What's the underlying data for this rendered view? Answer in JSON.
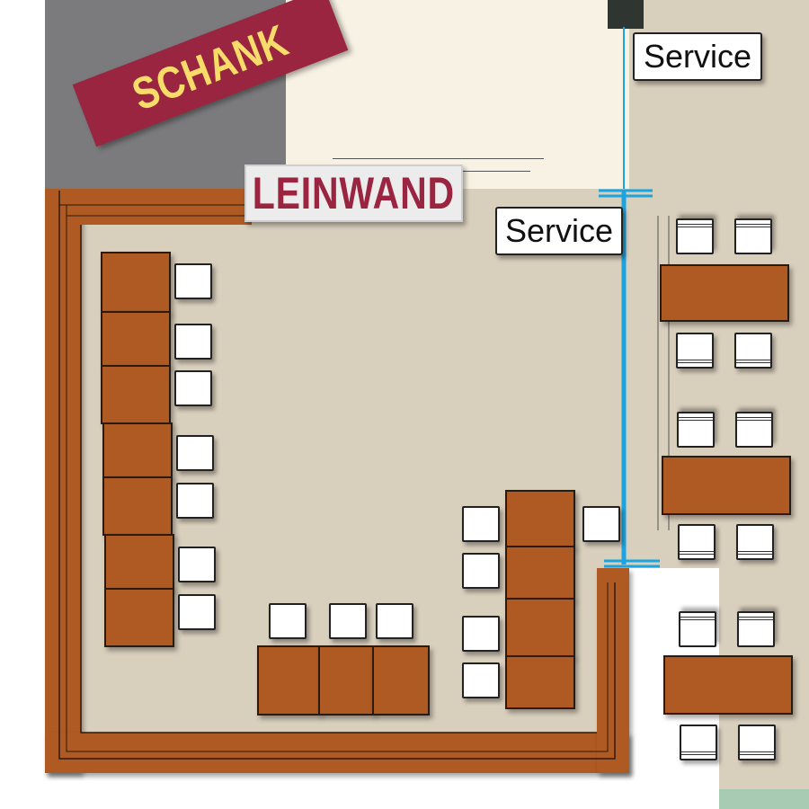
{
  "map": {
    "labels": {
      "schank": "SCHANK",
      "leinwand": "LEINWAND",
      "service_top": "Service",
      "service_mid": "Service"
    },
    "colors": {
      "floor": "#d9cfbd",
      "bar_area": "#7b7b7d",
      "table": "#ae5a22",
      "chair": "#ffffff",
      "divider": "#1ca4e0",
      "schank_banner": "#9a2540",
      "schank_text": "#f7dc6a",
      "leinwand_text": "#9a2540",
      "stage": "#f8f2e4"
    }
  }
}
